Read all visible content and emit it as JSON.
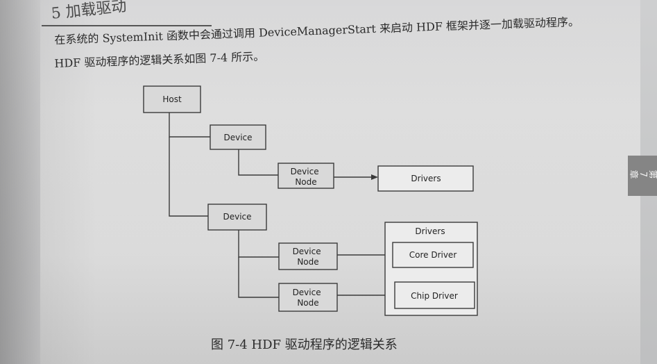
{
  "header": {
    "title": "5  加载驱动"
  },
  "chapter_tab": {
    "label": "第7章"
  },
  "paragraph": {
    "line1": "在系统的 SystemInit 函数中会通过调用 DeviceManagerStart 来启动 HDF 框架并逐一加载驱动程序。",
    "line2": "HDF 驱动程序的逻辑关系如图 7-4 所示。"
  },
  "diagram": {
    "nodes": [
      {
        "id": "host",
        "label": "Host"
      },
      {
        "id": "device1",
        "label": "Device"
      },
      {
        "id": "device_node1",
        "label": "Device Node"
      },
      {
        "id": "drivers1",
        "label": "Drivers"
      },
      {
        "id": "device2",
        "label": "Device"
      },
      {
        "id": "device_node2",
        "label": "Device Node"
      },
      {
        "id": "device_node3",
        "label": "Device Node"
      },
      {
        "id": "drivers_group",
        "label": "Drivers"
      },
      {
        "id": "core_driver",
        "label": "Core Driver"
      },
      {
        "id": "chip_driver",
        "label": "Chip Driver"
      }
    ]
  },
  "caption": {
    "text": "图 7-4    HDF 驱动程序的逻辑关系"
  }
}
